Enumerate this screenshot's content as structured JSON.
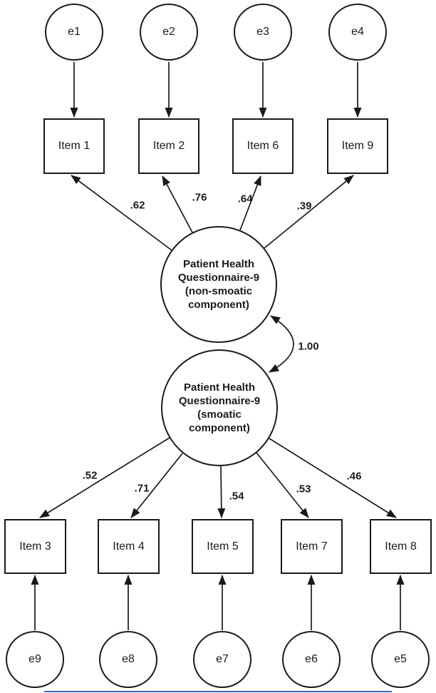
{
  "model": {
    "factors": [
      {
        "name": "Patient Health Questionnaire-9 (non-smoatic component)",
        "lines": [
          "Patient Health",
          "Questionnaire-9",
          "(non-smoatic",
          "component)"
        ]
      },
      {
        "name": "Patient Health Questionnaire-9 (smoatic component)",
        "lines": [
          "Patient Health",
          "Questionnaire-9",
          "(smoatic",
          "component)"
        ]
      }
    ],
    "covariance": {
      "value": "1.00"
    },
    "top_indicators": [
      {
        "item": "Item 1",
        "error": "e1",
        "loading": ".62"
      },
      {
        "item": "Item 2",
        "error": "e2",
        "loading": ".76"
      },
      {
        "item": "Item 6",
        "error": "e3",
        "loading": ".64"
      },
      {
        "item": "Item 9",
        "error": "e4",
        "loading": ".39"
      }
    ],
    "bottom_indicators": [
      {
        "item": "Item 3",
        "error": "e9",
        "loading": ".52"
      },
      {
        "item": "Item 4",
        "error": "e8",
        "loading": ".71"
      },
      {
        "item": "Item 5",
        "error": "e7",
        "loading": ".54"
      },
      {
        "item": "Item 7",
        "error": "e6",
        "loading": ".53"
      },
      {
        "item": "Item 8",
        "error": "e5",
        "loading": ".46"
      }
    ],
    "colors": {
      "line": "#1a1a1a",
      "accent_bottom_rule": "#3b66c4"
    }
  }
}
